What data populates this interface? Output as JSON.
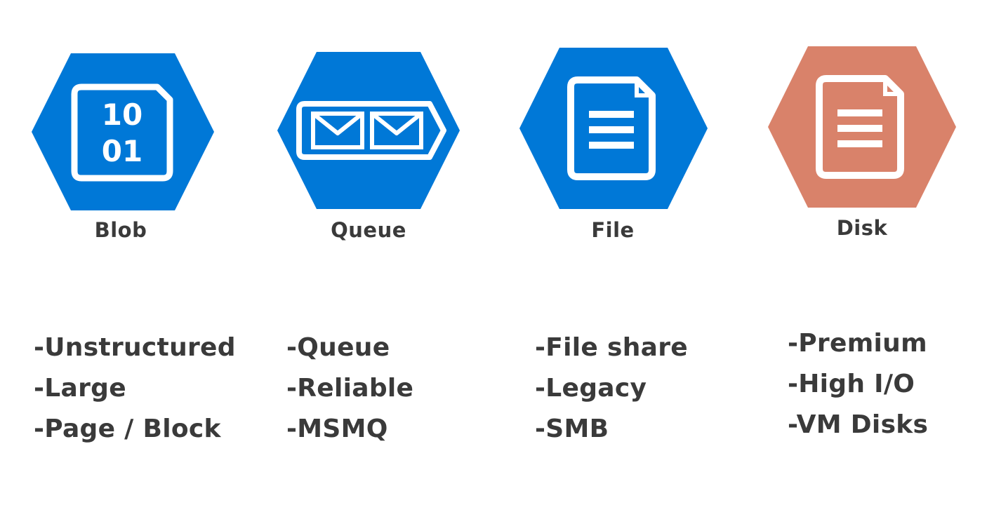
{
  "colors": {
    "azure_blue": "#0078d7",
    "disk_orange": "#d9826a",
    "text_dark": "#3a3a3a",
    "icon_white": "#ffffff"
  },
  "services": [
    {
      "name": "Blob",
      "icon": "blob-binary-file-icon",
      "icon_text_top": "10",
      "icon_text_bottom": "01",
      "bullets": [
        "-Unstructured",
        "-Large",
        "-Page / Block"
      ]
    },
    {
      "name": "Queue",
      "icon": "queue-envelopes-icon",
      "bullets": [
        "-Queue",
        "-Reliable",
        "-MSMQ"
      ]
    },
    {
      "name": "File",
      "icon": "file-document-icon",
      "bullets": [
        "-File share",
        "-Legacy",
        "-SMB"
      ]
    },
    {
      "name": "Disk",
      "icon": "disk-document-icon",
      "bullets": [
        "-Premium",
        "-High I/O",
        "-VM Disks"
      ]
    }
  ]
}
